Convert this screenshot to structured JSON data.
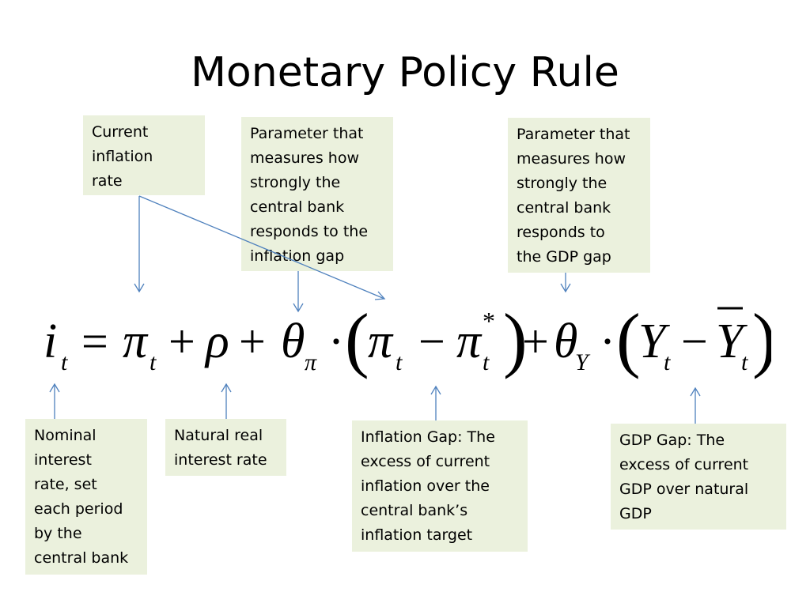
{
  "slide": {
    "title": "Monetary Policy Rule"
  },
  "callouts": {
    "current_inflation": "Current\ninflation\nrate",
    "theta_pi": "Parameter that\nmeasures how\nstrongly the\ncentral bank\nresponds to the\ninflation gap",
    "theta_y": "Parameter that\nmeasures how\nstrongly the\ncentral bank\nresponds to\nthe GDP gap",
    "nominal_rate": "Nominal\ninterest\nrate, set\neach period\nby the\ncentral bank",
    "natural_rate": "Natural real\ninterest rate",
    "inflation_gap": "Inflation Gap: The\nexcess of current\ninflation over the\ncentral bank’s\ninflation target",
    "gdp_gap": "GDP Gap: The\nexcess of current\nGDP over natural\nGDP"
  },
  "equation": {
    "i": "i",
    "t": "t",
    "equals": "=",
    "pi": "π",
    "plus": "+",
    "rho": "ρ",
    "theta": "θ",
    "dot": "·",
    "lparen": "(",
    "rparen": ")",
    "minus": "−",
    "star": "*",
    "Y": "Y"
  },
  "colors": {
    "callout_fill": "#ebf1dd",
    "arrow": "#4f81bd",
    "text": "#000000"
  }
}
